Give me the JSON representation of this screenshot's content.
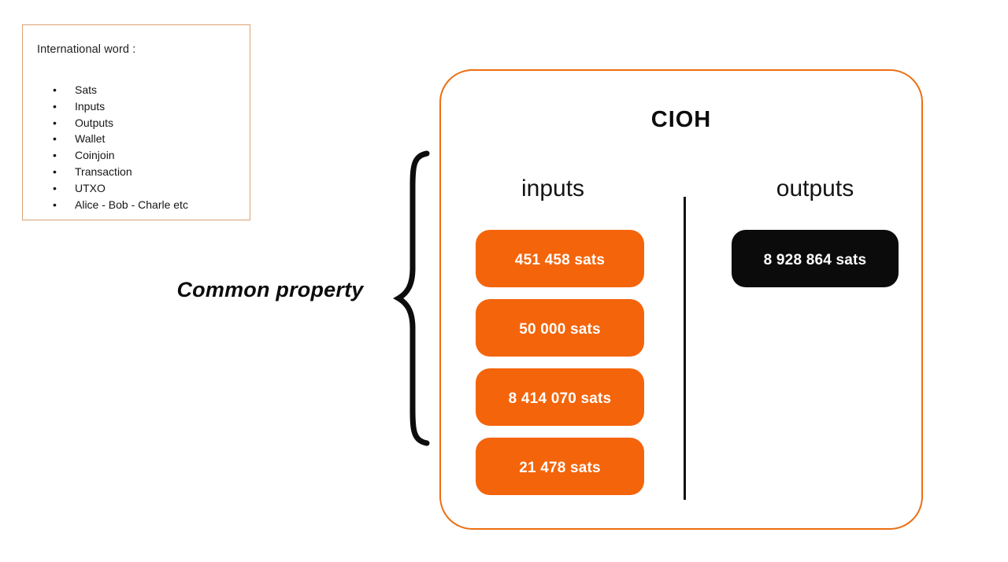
{
  "vocab_box": {
    "title": "International word :",
    "items": [
      "Sats",
      "Inputs",
      "Outputs",
      "Wallet",
      "Coinjoin",
      "Transaction",
      "UTXO",
      "Alice - Bob - Charle etc"
    ]
  },
  "annotation": {
    "label": "Common property"
  },
  "diagram": {
    "title": "CIOH",
    "inputs_label": "inputs",
    "outputs_label": "outputs",
    "inputs": [
      "451 458 sats",
      "50 000 sats",
      "8 414 070 sats",
      "21 478 sats"
    ],
    "outputs": [
      "8 928 864 sats"
    ]
  },
  "colors": {
    "pill_orange": "#F4640A",
    "pill_black": "#0B0B0B",
    "box_border_orange": "#ED6E12",
    "vocab_border": "#DBA173",
    "text_dark": "#1A1A1A",
    "divider_black": "#111111"
  }
}
